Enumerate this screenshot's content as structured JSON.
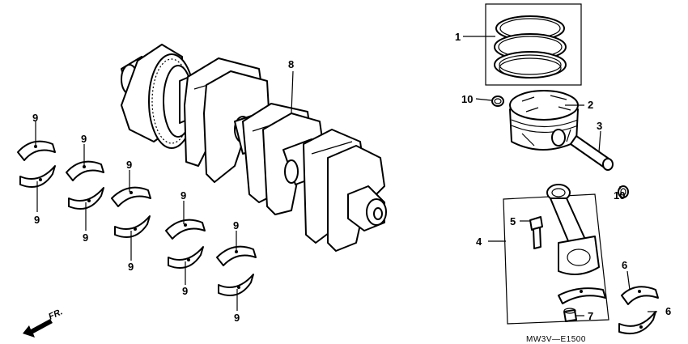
{
  "callouts": {
    "c1": "1",
    "c2": "2",
    "c3": "3",
    "c4": "4",
    "c5": "5",
    "c6": "6",
    "c7": "7",
    "c8": "8",
    "c9": "9",
    "c10": "10"
  },
  "drawing_code": "MW3V—E1500",
  "direction_label": "FR.",
  "icons": {
    "direction": "arrow-front-icon"
  }
}
